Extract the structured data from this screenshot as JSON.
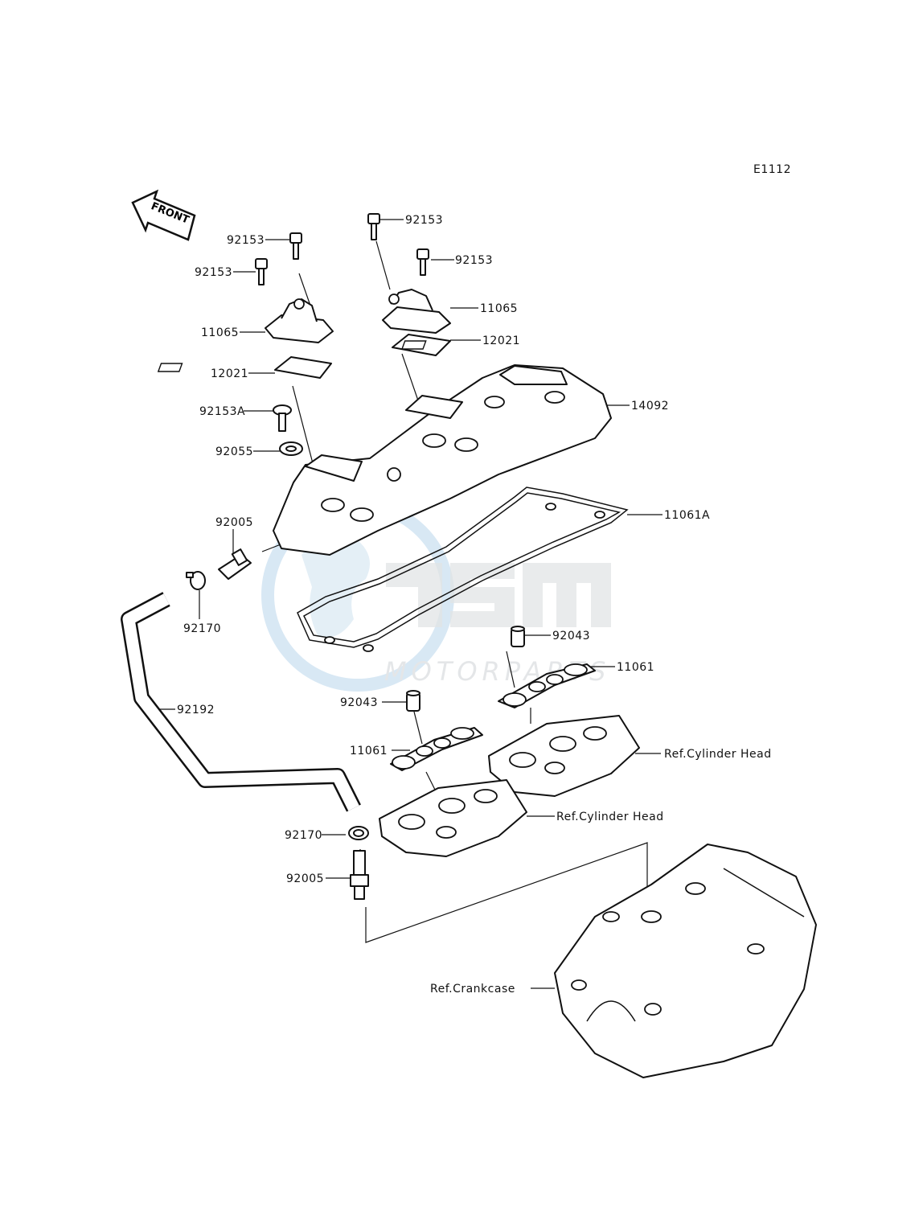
{
  "diagram_code": "E1112",
  "front_label": "FRONT",
  "watermark": {
    "logo": "OSM",
    "text": "MOTORPARTS"
  },
  "labels": {
    "bolt_a": "92153",
    "bolt_b": "92153",
    "bolt_c": "92153",
    "bolt_d": "92153",
    "cap_left": "11065",
    "cap_right": "11065",
    "gasket_left": "12021",
    "gasket_right": "12021",
    "bolt_special": "92153A",
    "washer": "92055",
    "nipple_upper": "92005",
    "clamp_upper": "92170",
    "hose": "92192",
    "cover": "14092",
    "cover_gasket": "11061A",
    "dowel_right": "92043",
    "dowel_left": "92043",
    "head_gasket_right": "11061",
    "head_gasket_left": "11061",
    "ref_head_right": "Ref.Cylinder Head",
    "ref_head_left": "Ref.Cylinder Head",
    "clamp_lower": "92170",
    "nipple_lower": "92005",
    "ref_crankcase": "Ref.Crankcase"
  }
}
